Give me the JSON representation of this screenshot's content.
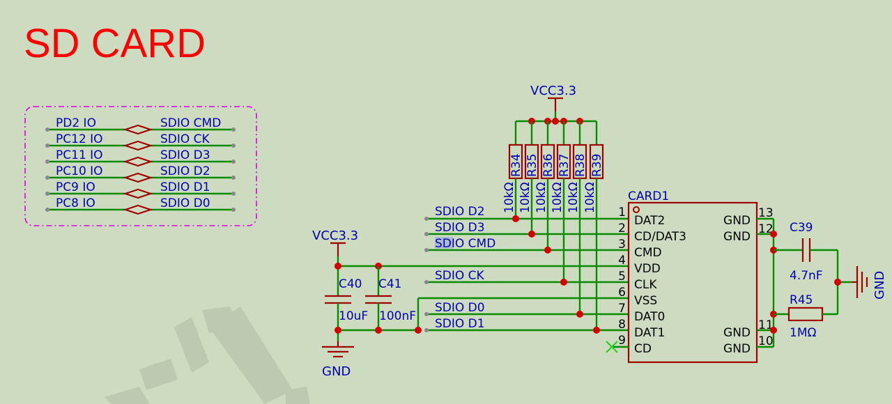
{
  "title": "SD CARD",
  "net_map": [
    {
      "left": "PD2  IO",
      "right": "SDIO  CMD"
    },
    {
      "left": "PC12  IO",
      "right": "SDIO  CK"
    },
    {
      "left": "PC11  IO",
      "right": "SDIO  D3"
    },
    {
      "left": "PC10  IO",
      "right": "SDIO  D2"
    },
    {
      "left": "PC9  IO",
      "right": "SDIO  D1"
    },
    {
      "left": "PC8  IO",
      "right": "SDIO  D0"
    }
  ],
  "power": {
    "vcc_top": "VCC3.3",
    "vcc_left": "VCC3.3",
    "gnd_left": "GND",
    "gnd_right": "GND"
  },
  "pullups": [
    {
      "ref": "R34",
      "value": "10kΩ"
    },
    {
      "ref": "R35",
      "value": "10kΩ"
    },
    {
      "ref": "R36",
      "value": "10kΩ"
    },
    {
      "ref": "R37",
      "value": "10kΩ"
    },
    {
      "ref": "R38",
      "value": "10kΩ"
    },
    {
      "ref": "R39",
      "value": "10kΩ"
    }
  ],
  "signals": [
    "SDIO  D2",
    "SDIO  D3",
    "SDIO  CMD",
    "SDIO  CK",
    "SDIO  D0",
    "SDIO  D1"
  ],
  "decoupling": [
    {
      "ref": "C40",
      "value": "10uF"
    },
    {
      "ref": "C41",
      "value": "100nF"
    }
  ],
  "card": {
    "ref": "CARD1",
    "left_pins": [
      {
        "num": "1",
        "name": "DAT2"
      },
      {
        "num": "2",
        "name": "CD/DAT3"
      },
      {
        "num": "3",
        "name": "CMD"
      },
      {
        "num": "4",
        "name": "VDD"
      },
      {
        "num": "5",
        "name": "CLK"
      },
      {
        "num": "6",
        "name": "VSS"
      },
      {
        "num": "7",
        "name": "DAT0"
      },
      {
        "num": "8",
        "name": "DAT1"
      },
      {
        "num": "9",
        "name": "CD"
      }
    ],
    "right_pins": [
      {
        "num": "13",
        "name": "GND"
      },
      {
        "num": "12",
        "name": "GND"
      },
      {
        "num": "11",
        "name": "GND"
      },
      {
        "num": "10",
        "name": "GND"
      }
    ]
  },
  "shield": [
    {
      "ref": "C39",
      "value": "4.7nF"
    },
    {
      "ref": "R45",
      "value": "1MΩ"
    }
  ],
  "colors": {
    "background": "#cddcc0",
    "wire": "#0a8a00",
    "device": "#a00000",
    "label": "#0000b0",
    "title": "#ff0000"
  }
}
